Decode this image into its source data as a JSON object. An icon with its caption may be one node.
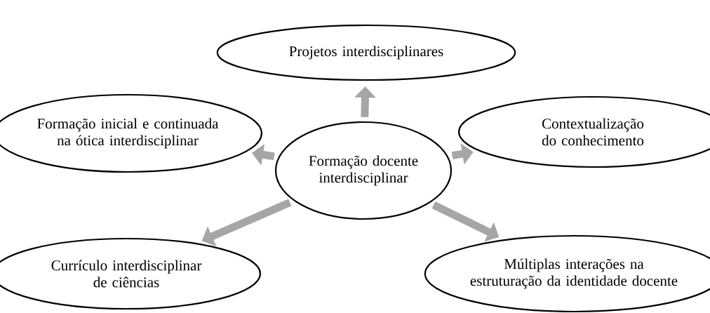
{
  "diagram": {
    "nodes": [
      {
        "text": [
          "Formação docente interdisciplinar"
        ]
      },
      {
        "text": [
          "Projetos interdisciplinares"
        ]
      },
      {
        "text": [
          "Formação inicial e continuada na ótica interdisciplinar"
        ]
      },
      {
        "text": [
          "Contextualização do conhecimento"
        ]
      },
      {
        "text": [
          "Currículo interdisciplinar de ciências"
        ]
      },
      {
        "text": [
          "Múltiplas interações na estruturação da identidade docente"
        ]
      }
    ],
    "edges": [
      {
        "from": 0,
        "to": 1,
        "arrow": "to"
      },
      {
        "from": 0,
        "to": 2,
        "arrow": "to"
      },
      {
        "from": 0,
        "to": 3,
        "arrow": "to"
      },
      {
        "from": 0,
        "to": 4,
        "arrow": "to"
      },
      {
        "from": 0,
        "to": 5,
        "arrow": "to"
      }
    ]
  }
}
